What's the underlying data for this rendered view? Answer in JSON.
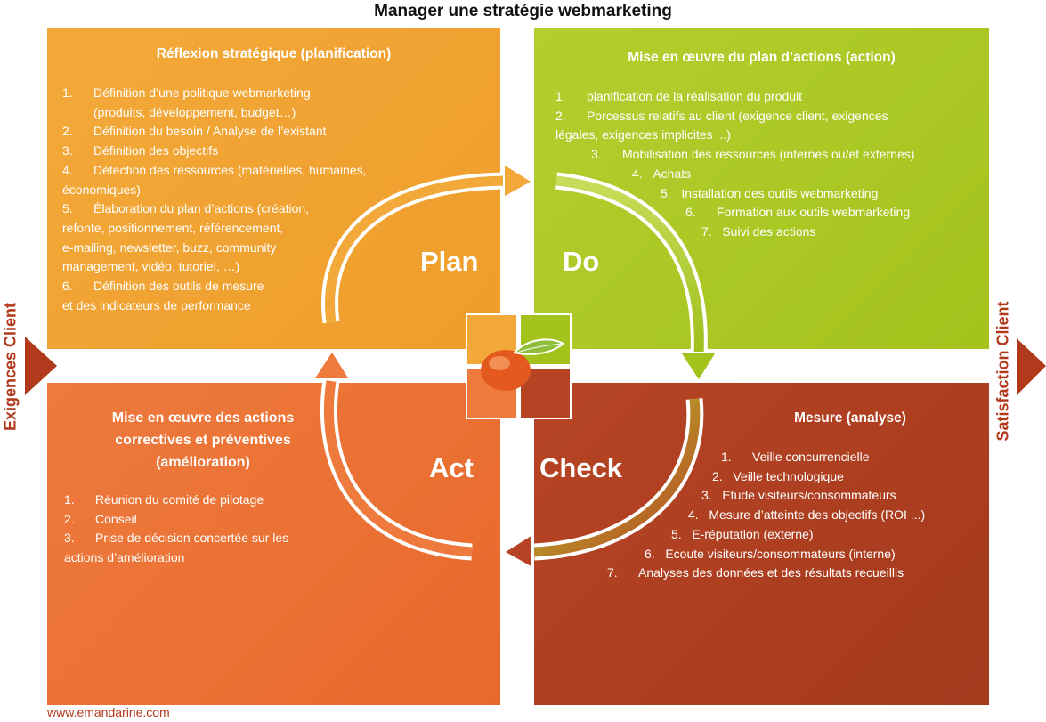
{
  "title": "Manager une stratégie webmarketing",
  "side_left": "Exigences Client",
  "side_right": "Satisfaction Client",
  "footer": "www.emandarine.com",
  "phases": {
    "plan": "Plan",
    "do": "Do",
    "check": "Check",
    "act": "Act"
  },
  "colors": {
    "plan": "#f2a93a",
    "do": "#b3cf2f",
    "act": "#ee7a3d",
    "check": "#b64424",
    "accent": "#b23a1c"
  },
  "plan": {
    "title": "Réflexion stratégique (planification)",
    "items": [
      "1.      Définition d’une politique webmarketing",
      "         (produits, développement, budget…)",
      "2.      Définition du besoin / Analyse de l’existant",
      "3.      Définition des objectifs",
      "4.      Détection des ressources (matérielles, humaines,",
      "économiques)",
      "5.      Élaboration du plan d’actions (création,",
      "refonte, positionnement, référencement,",
      "e-mailing, newsletter, buzz, community",
      "management, vidéo, tutoriel, …)",
      "6.      Définition des outils de mesure",
      "et des indicateurs de performance"
    ]
  },
  "do": {
    "title": "Mise en œuvre du plan d’actions (action)",
    "items": [
      "1.      planification de la réalisation du produit",
      "2.      Porcessus relatifs au client (exigence client, exigences",
      "légales, exigences implicites ...)",
      "3.      Mobilisation des ressources (internes ou/et externes)",
      "4.   Achats",
      "5.   Installation des outils webmarketing",
      "6.      Formation aux outils webmarketing",
      "7.   Suivi des actions"
    ]
  },
  "check": {
    "title": "Mesure (analyse)",
    "items": [
      "1.      Veille concurrencielle",
      "2.   Veille technologique",
      "3.   Etude visiteurs/consommateurs",
      "4.   Mesure d’atteinte des objectifs (ROI ...)",
      "5.   E-réputation (externe)",
      "6.   Ecoute visiteurs/consommateurs (interne)",
      "7.      Analyses des données et des résultats recueillis"
    ]
  },
  "act": {
    "title_lines": [
      "Mise en œuvre des actions",
      "correctives et préventives",
      "(amélioration)"
    ],
    "items": [
      "1.      Réunion du comité de pilotage",
      "2.      Conseil",
      "3.      Prise de décision concertée sur les",
      "actions d’amélioration"
    ]
  }
}
